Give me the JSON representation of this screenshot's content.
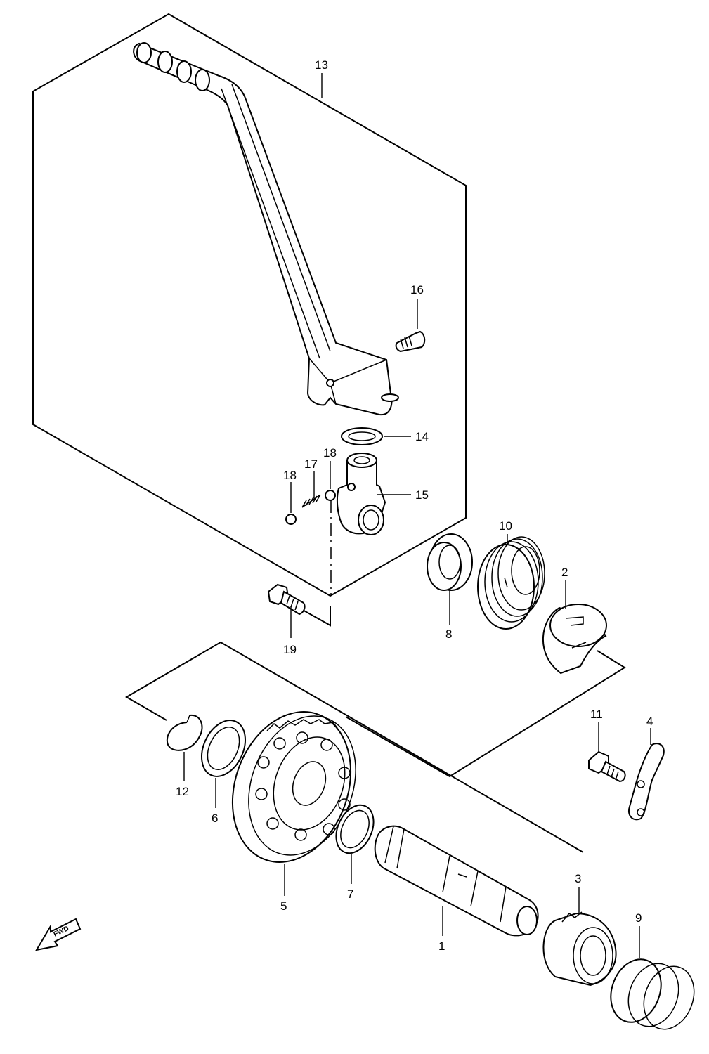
{
  "diagram": {
    "fwd_badge": "FWD",
    "labels": {
      "p1": "1",
      "p2": "2",
      "p3": "3",
      "p4": "4",
      "p5": "5",
      "p6": "6",
      "p7": "7",
      "p8": "8",
      "p9": "9",
      "p10": "10",
      "p11": "11",
      "p12": "12",
      "p13": "13",
      "p14": "14",
      "p15": "15",
      "p16": "16",
      "p17": "17",
      "p18a": "18",
      "p18b": "18",
      "p19": "19"
    }
  }
}
